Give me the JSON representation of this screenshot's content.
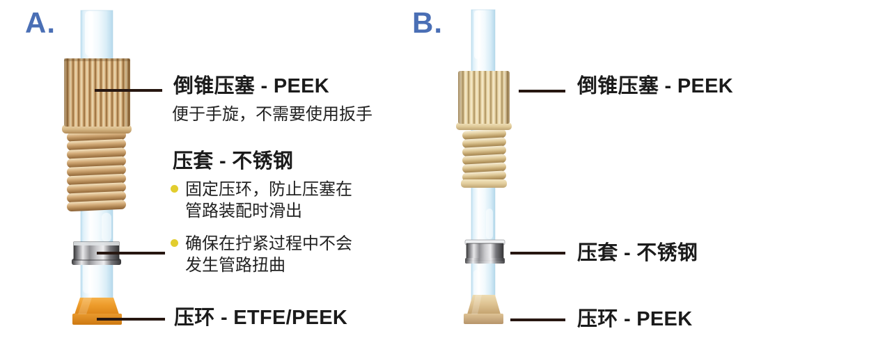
{
  "a": {
    "label": "A.",
    "plug": {
      "title": "倒锥压塞 - PEEK",
      "note": "便于手旋，不需要使用扳手"
    },
    "sleeve": {
      "title": "压套 - 不锈钢",
      "bullets": [
        {
          "lines": [
            "固定压环，防止压塞在",
            "管路装配时滑出"
          ]
        },
        {
          "lines": [
            "确保在拧紧过程中不会",
            "发生管路扭曲"
          ]
        }
      ]
    },
    "ferrule": {
      "title": "压环 - ETFE/PEEK"
    }
  },
  "b": {
    "label": "B.",
    "plug": {
      "title": "倒锥压塞 - PEEK"
    },
    "sleeve": {
      "title": "压套 - 不锈钢"
    },
    "ferrule": {
      "title": "压环 - PEEK"
    }
  },
  "colors": {
    "section_label_blue": "#4a6fb5",
    "bullet_yellow": "#e2cd2e",
    "leader_line_dark": "#271711",
    "text_black": "#1b1b1b",
    "peek_tan": "#cda36f",
    "peek_light_tan": "#ddc795",
    "stainless_gray": "#9d9da0",
    "etfe_orange": "#ed9c2b",
    "tube_light_blue": "#d9edf7"
  }
}
